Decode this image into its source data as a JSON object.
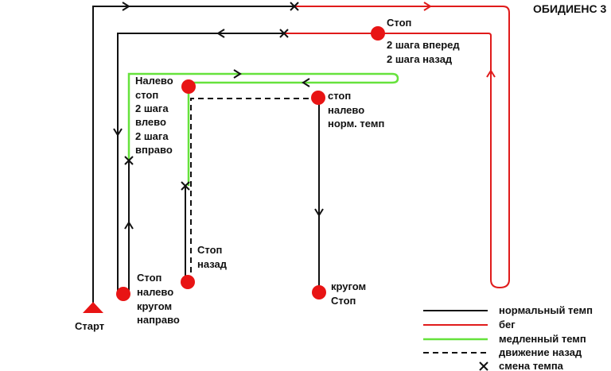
{
  "title": "ОБИДИЕНС 3",
  "colors": {
    "normal": "#111111",
    "run": "#e01b1b",
    "slow": "#66e23c",
    "stop_marker": "#e81414",
    "start_marker": "#e81414"
  },
  "start_label": "Старт",
  "stations": {
    "s1": [
      "Стоп",
      "2 шага вперед",
      "2 шага назад"
    ],
    "s2": [
      "Налево",
      "стоп",
      "2 шага",
      "влево",
      "2 шага",
      "вправо"
    ],
    "s3": [
      "стоп",
      "налево",
      "норм. темп"
    ],
    "s4": [
      "Стоп",
      "назад"
    ],
    "s5": [
      "Стоп",
      "налево",
      "кругом",
      "направо"
    ],
    "s6": [
      "кругом",
      "Стоп"
    ]
  },
  "legend": [
    {
      "style": "normal",
      "label": "нормальный темп"
    },
    {
      "style": "run",
      "label": "бег"
    },
    {
      "style": "slow",
      "label": "медленный темп"
    },
    {
      "style": "back",
      "label": "движение назад"
    },
    {
      "style": "change",
      "label": "смена темпа"
    }
  ]
}
